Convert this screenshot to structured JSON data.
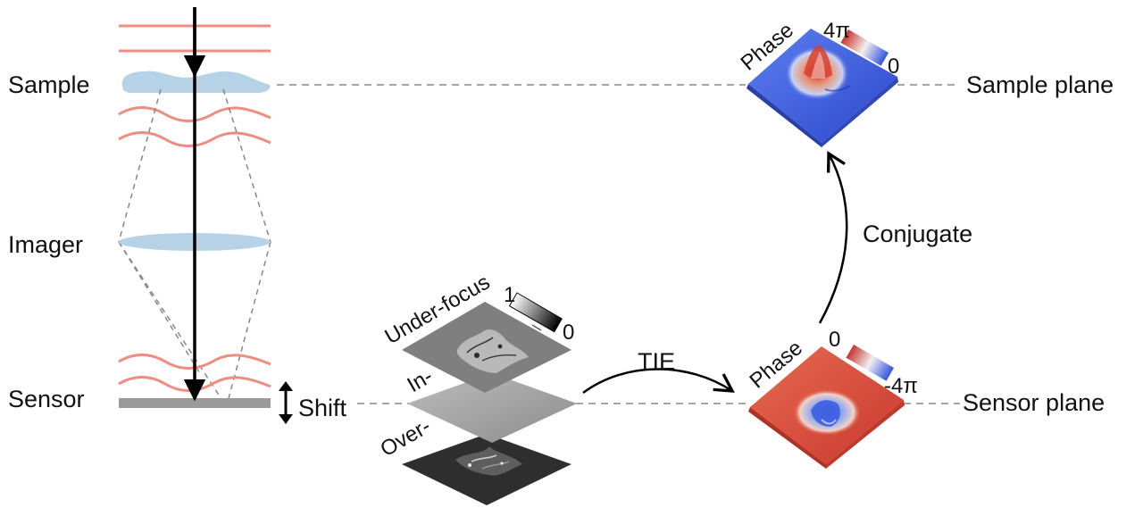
{
  "left_labels": {
    "sample": "Sample",
    "imager": "Imager",
    "sensor": "Sensor",
    "shift": "Shift"
  },
  "stack_labels": {
    "under": "Under-focus",
    "in": "In-",
    "over": "Over-"
  },
  "intensity_colorbar": {
    "max": "1",
    "min": "0"
  },
  "arrows": {
    "tie": "TIE",
    "conjugate": "Conjugate"
  },
  "sample_phase": {
    "title": "Phase",
    "max": "4π",
    "min": "0"
  },
  "sensor_phase": {
    "title": "Phase",
    "max": "0",
    "min": "-4π"
  },
  "planes": {
    "sample": "Sample plane",
    "sensor": "Sensor plane"
  },
  "colors": {
    "wave": "#ee8d80",
    "optics": "#b5d2e6",
    "sensor_bar": "#9a9a9a",
    "cool": "#3f5fe0",
    "warm": "#d9473a"
  }
}
